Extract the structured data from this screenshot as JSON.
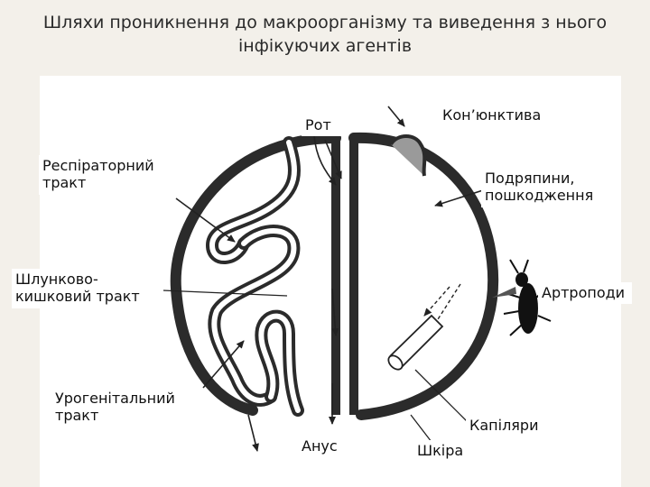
{
  "title": "Шляхи проникнення до макроорганізму та виведення з нього інфікуючих агентів",
  "labels": {
    "mouth": "Рот",
    "conjunctiva": "Кон’юнктива",
    "respiratory": "Респіраторний\nтракт",
    "scratches": "Подряпини,\nпошкодження",
    "gi": "Шлунково-\nкишковий тракт",
    "arthropods": "Артроподи",
    "urogenital": "Урогенітальний\nтракт",
    "capillaries": "Капіляри",
    "anus": "Анус",
    "skin": "Шкіра"
  }
}
